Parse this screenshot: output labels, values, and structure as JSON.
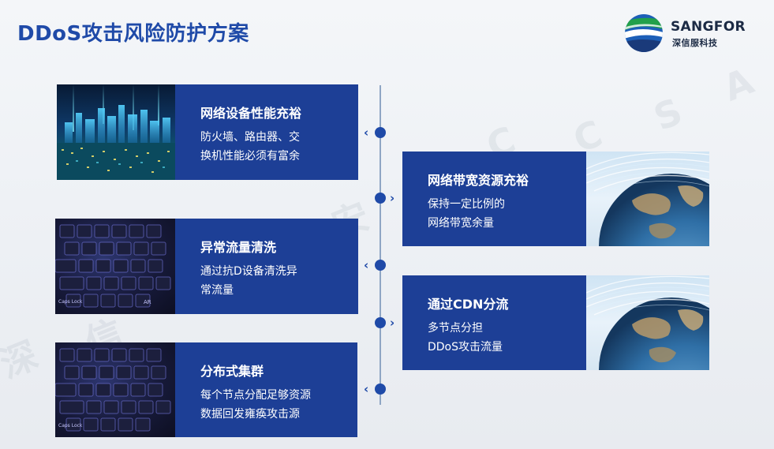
{
  "title": "DDoS攻击风险防护方案",
  "logo": {
    "name_en": "SANGFOR",
    "name_cn": "深信服科技",
    "colors": [
      "#1f9b4a",
      "#1d5fb8",
      "#1a3a7a"
    ]
  },
  "watermark": [
    "深",
    "信",
    "安",
    "C",
    "C",
    "S",
    "A"
  ],
  "colors": {
    "accent": "#1f4aa8",
    "card": "#1d3f96",
    "line": "#8fa6c4"
  },
  "cards": [
    {
      "title": "网络设备性能充裕",
      "lines": [
        "防火墙、路由器、交",
        "换机性能必须有富余"
      ],
      "icon": "chevron-left-icon"
    },
    {
      "title": "网络带宽资源充裕",
      "lines": [
        "保持一定比例的",
        "网络带宽余量"
      ],
      "icon": "chevron-right-icon"
    },
    {
      "title": "异常流量清洗",
      "lines": [
        "通过抗D设备清洗异",
        "常流量"
      ],
      "icon": "chevron-left-icon"
    },
    {
      "title": "通过CDN分流",
      "lines": [
        "多节点分担",
        "DDoS攻击流量"
      ],
      "icon": "chevron-right-icon"
    },
    {
      "title": "分布式集群",
      "lines": [
        "每个节点分配足够资源",
        "数据回发雍痪攻击源"
      ],
      "icon": "chevron-left-icon"
    }
  ],
  "photos": [
    "city-skyline-image",
    "keyboard-image",
    "keyboard-image",
    "globe-image",
    "globe-image"
  ],
  "keyboard_labels": [
    "Caps Lock",
    "AR"
  ]
}
